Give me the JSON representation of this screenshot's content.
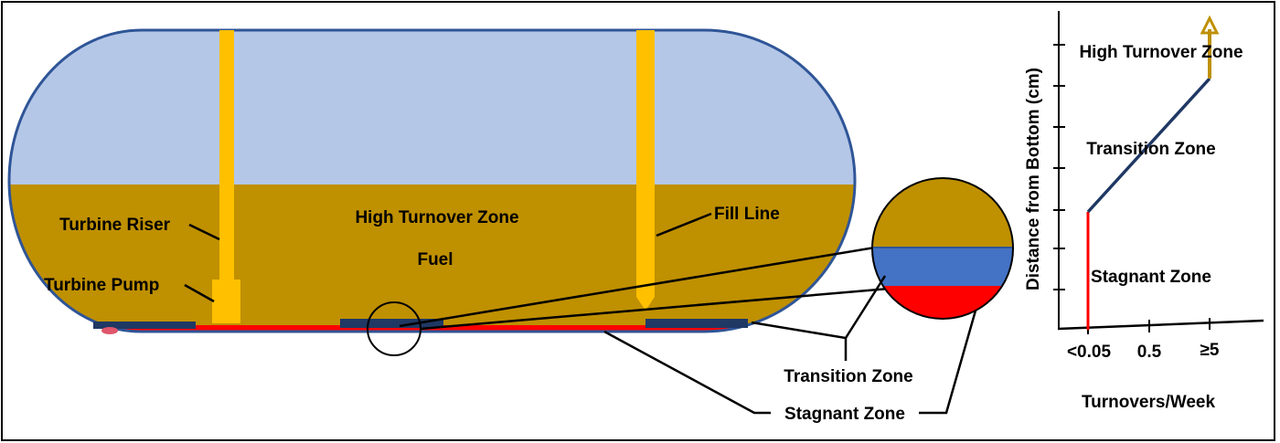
{
  "tank": {
    "turbine_riser": "Turbine Riser",
    "turbine_pump": "Turbine Pump",
    "high_turnover_zone": "High Turnover Zone",
    "fuel": "Fuel",
    "fill_line": "Fill Line"
  },
  "callouts": {
    "transition_zone": "Transition Zone",
    "stagnant_zone": "Stagnant Zone"
  },
  "graph": {
    "y_axis_label": "Distance from Bottom (cm)",
    "x_axis_label": "Turnovers/Week",
    "x_ticks": [
      "<0.05",
      "0.5",
      "≥5"
    ],
    "zones": {
      "high_turnover": "High Turnover Zone",
      "transition": "Transition Zone",
      "stagnant": "Stagnant Zone"
    }
  },
  "colors": {
    "air": "#b4c7e7",
    "fuel": "#bf9000",
    "pipe": "#ffc000",
    "transition_water": "#4472c4",
    "stagnant_water": "#ff0000",
    "tank_outline": "#2f5597",
    "navy": "#1f3864"
  }
}
